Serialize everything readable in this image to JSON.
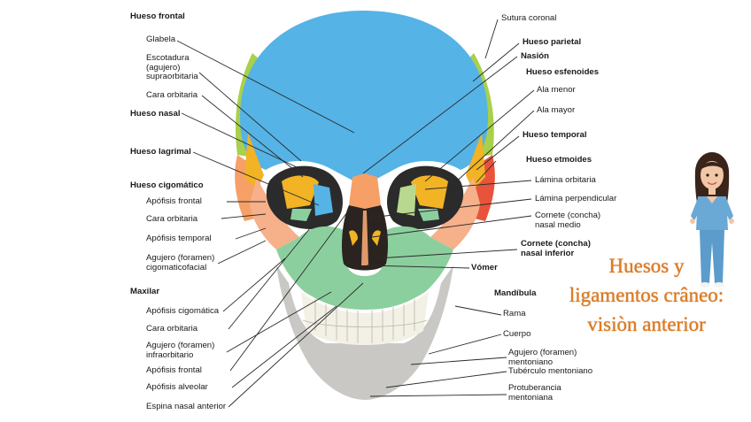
{
  "colors": {
    "frontal": "#55b3e6",
    "parietal": "#a9d04b",
    "esfenoides_alamayor": "#f2b324",
    "temporal": "#e8533b",
    "cigomatico": "#f6b08a",
    "maxilar": "#8ccf9e",
    "lagrimal": "#f4c54b",
    "nasal": "#f6a067",
    "etmoides": "#b8d88f",
    "mandibula": "#c9c8c4",
    "vomer": "#e09a6a",
    "leader": "#2a2a2a",
    "title": "#e07a1f"
  },
  "labels": {
    "hueso_frontal": "Hueso frontal",
    "glabela": "Glabela",
    "escotadura": "Escotadura\n(agujero)\nsupraorbitaria",
    "cara_orbitaria_1": "Cara orbitaria",
    "hueso_nasal": "Hueso nasal",
    "hueso_lagrimal": "Hueso lagrimal",
    "hueso_cigomatico": "Hueso cigomático",
    "apofisis_frontal_1": "Apófisis frontal",
    "cara_orbitaria_2": "Cara orbitaria",
    "apofisis_temporal": "Apófisis temporal",
    "agujero_cigomaticofacial": "Agujero (foramen)\ncigomaticofacial",
    "maxilar": "Maxilar",
    "apofisis_cigomatica": "Apófisis cigomática",
    "cara_orbitaria_3": "Cara orbitaria",
    "agujero_infraorbitario": "Agujero (foramen)\ninfraorbitario",
    "apofisis_frontal_2": "Apófisis frontal",
    "apofisis_alveolar": "Apófisis alveolar",
    "espina_nasal": "Espina nasal anterior",
    "sutura_coronal": "Sutura coronal",
    "hueso_parietal": "Hueso parietal",
    "nasion": "Nasión",
    "hueso_esfenoides": "Hueso esfenoides",
    "ala_menor": "Ala menor",
    "ala_mayor": "Ala mayor",
    "hueso_temporal": "Hueso temporal",
    "hueso_etmoides": "Hueso etmoides",
    "lamina_orbitaria": "Lámina orbitaria",
    "lamina_perpendicular": "Lámina perpendicular",
    "cornete_medio": "Cornete (concha)\nnasal medio",
    "cornete_inferior": "Cornete (concha)\nnasal inferior",
    "vomer": "Vómer",
    "mandibula": "Mandíbula",
    "rama": "Rama",
    "cuerpo": "Cuerpo",
    "agujero_mentoniano": "Agujero (foramen)\nmentoniano",
    "tuberculo_mentoniano": "Tubérculo mentoniano",
    "protuberancia": "Protuberancia\nmentoniana"
  },
  "title": {
    "line1": "Huesos y",
    "line2": "ligamentos crâneo:",
    "line3": "visiòn anterior"
  }
}
